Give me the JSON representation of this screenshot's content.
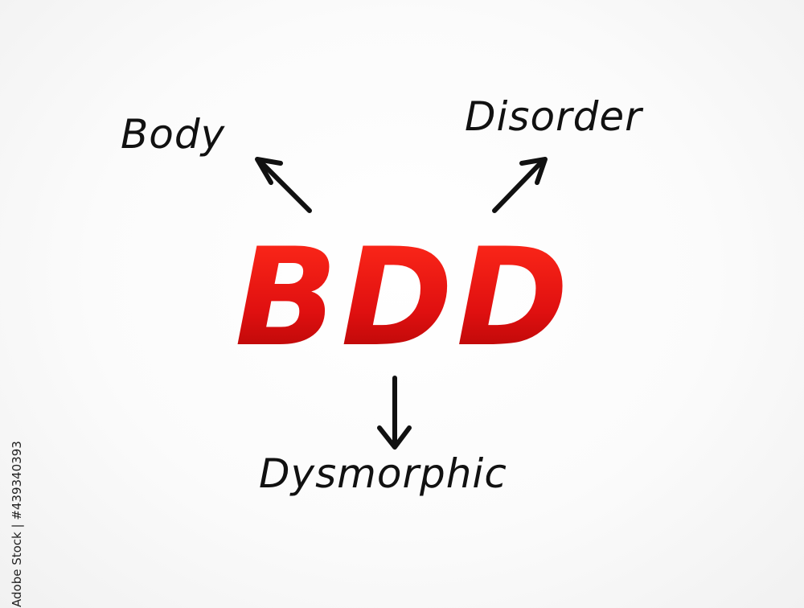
{
  "diagram": {
    "center": "BDD",
    "words": {
      "top_left": "Body",
      "top_right": "Disorder",
      "bottom": "Dysmorphic"
    }
  },
  "watermark": "Adobe Stock | #439340393",
  "colors": {
    "acronym": "#e01010",
    "text": "#111111",
    "background": "#ffffff"
  }
}
